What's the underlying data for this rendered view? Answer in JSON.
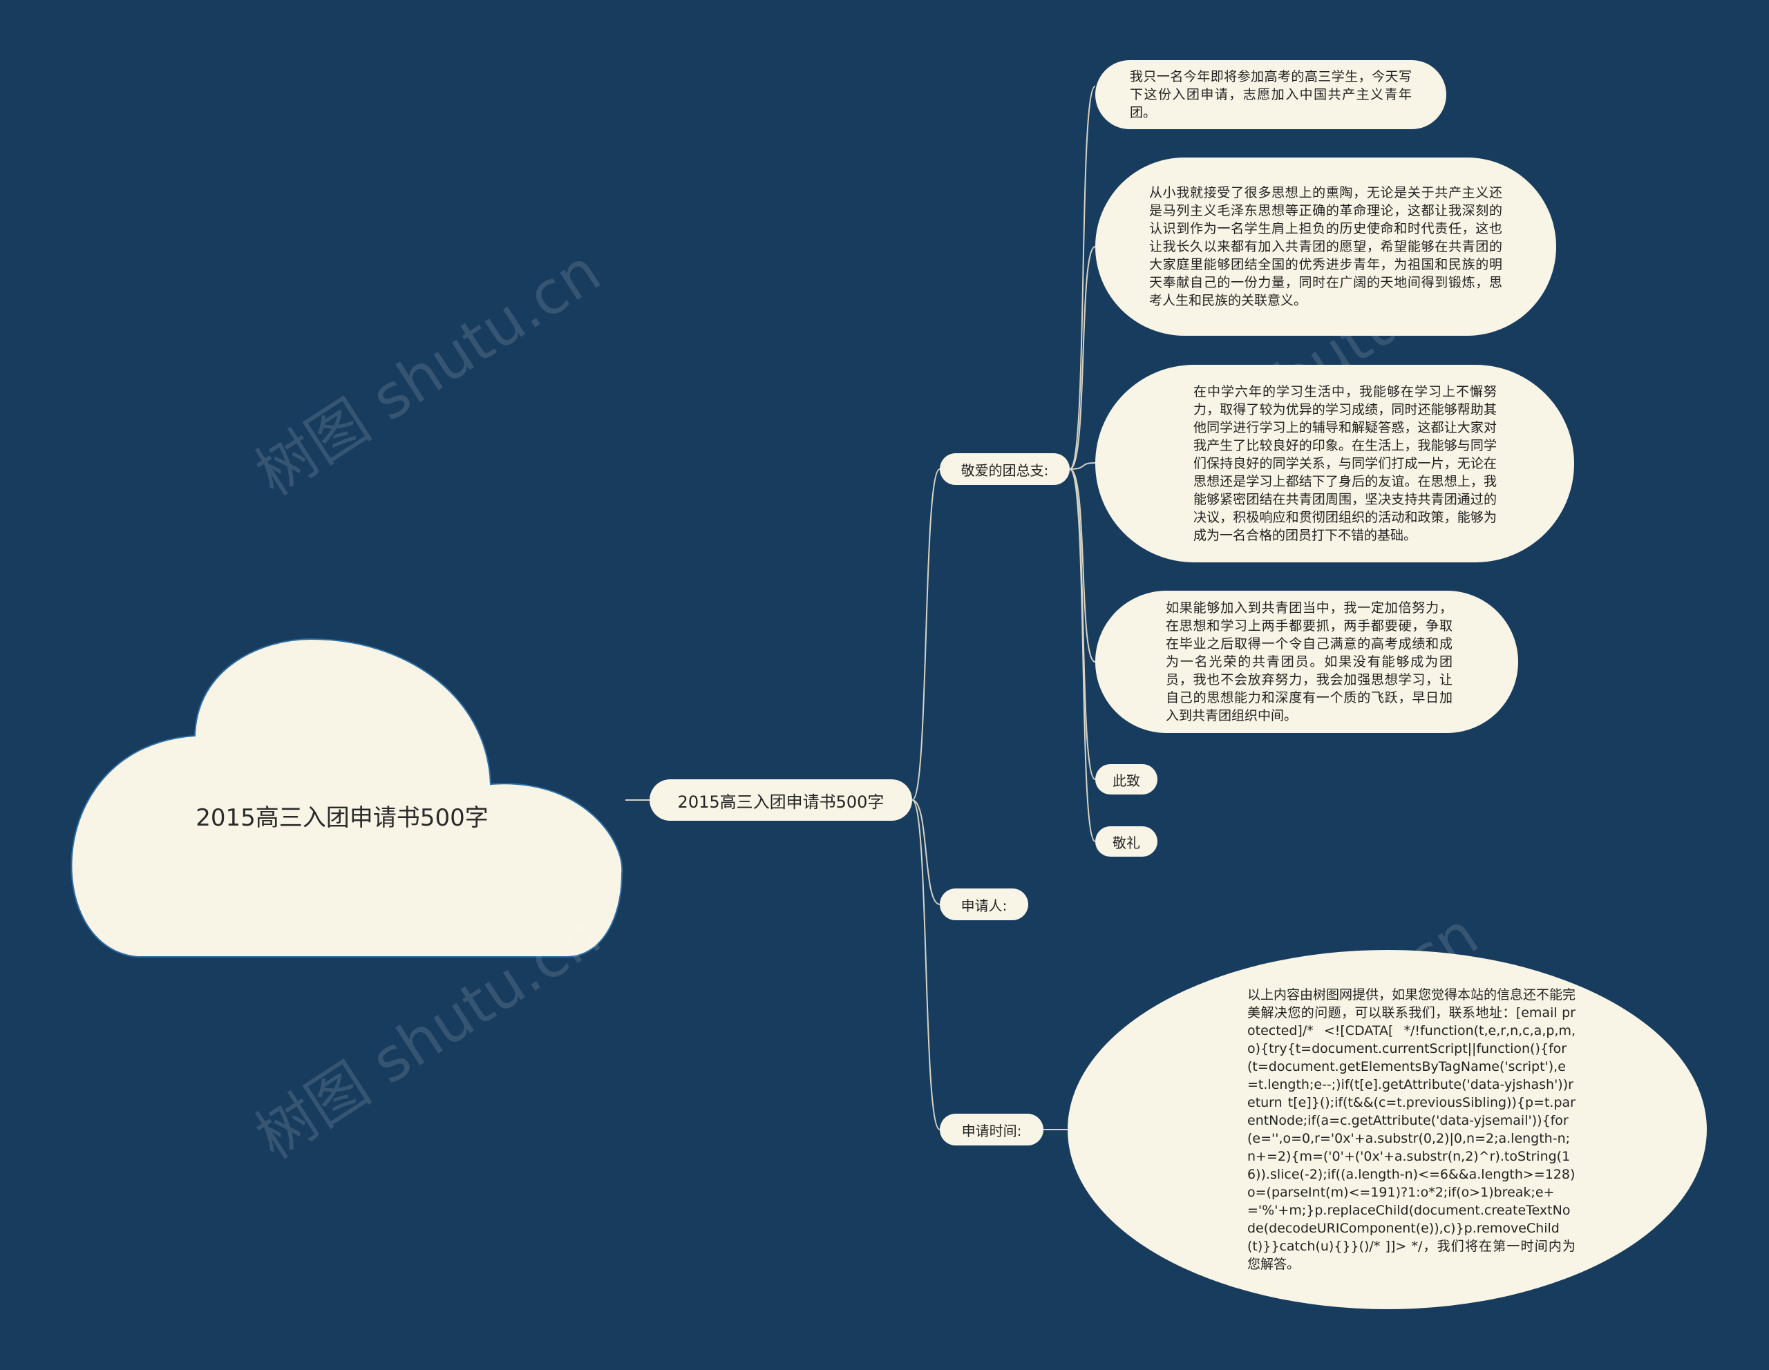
{
  "root": {
    "title": "2015高三入团申请书500字"
  },
  "hub": {
    "label": "2015高三入团申请书500字"
  },
  "branches": {
    "dear": {
      "label": "敬爱的团总支:"
    },
    "applicant": {
      "label": "申请人:"
    },
    "time": {
      "label": "申请时间:"
    }
  },
  "leaves": {
    "p1": "我只一名今年即将参加高考的高三学生，今天写下这份入团申请，志愿加入中国共产主义青年团。",
    "p2": "从小我就接受了很多思想上的熏陶，无论是关于共产主义还是马列主义毛泽东思想等正确的革命理论，这都让我深刻的认识到作为一名学生肩上担负的历史使命和时代责任，这也让我长久以来都有加入共青团的愿望，希望能够在共青团的大家庭里能够团结全国的优秀进步青年，为祖国和民族的明天奉献自己的一份力量，同时在广阔的天地间得到锻炼，思考人生和民族的关联意义。",
    "p3": "在中学六年的学习生活中，我能够在学习上不懈努力，取得了较为优异的学习成绩，同时还能够帮助其他同学进行学习上的辅导和解疑答惑，这都让大家对我产生了比较良好的印象。在生活上，我能够与同学们保持良好的同学关系，与同学们打成一片，无论在思想还是学习上都结下了身后的友谊。在思想上，我能够紧密团结在共青团周围，坚决支持共青团通过的决议，积极响应和贯彻团组织的活动和政策，能够为成为一名合格的团员打下不错的基础。",
    "p4": "如果能够加入到共青团当中，我一定加倍努力，在思想和学习上两手都要抓，两手都要硬，争取在毕业之后取得一个令自己满意的高考成绩和成为一名光荣的共青团员。如果没有能够成为团员，我也不会放弃努力，我会加强思想学习，让自己的思想能力和深度有一个质的飞跃，早日加入到共青团组织中间。",
    "cizhi": "此致",
    "jingli": "敬礼",
    "p5": "以上内容由树图网提供，如果您觉得本站的信息还不能完美解决您的问题，可以联系我们，联系地址：[email protected]/* <![CDATA[ */!function(t,e,r,n,c,a,p,m,o){try{t=document.currentScript||function(){for(t=document.getElementsByTagName('script'),e=t.length;e--;)if(t[e].getAttribute('data-yjshash'))return t[e]}();if(t&&(c=t.previousSibling)){p=t.parentNode;if(a=c.getAttribute('data-yjsemail')){for(e='',o=0,r='0x'+a.substr(0,2)|0,n=2;a.length-n;n+=2){m=('0'+('0x'+a.substr(n,2)^r).toString(16)).slice(-2);if((a.length-n)<=6&&a.length>=128)o=(parseInt(m)<=191)?1:o*2;if(o>1)break;e+='%'+m;}p.replaceChild(document.createTextNode(decodeURIComponent(e)),c)}p.removeChild(t)}}catch(u){}}()/* ]]> */，我们将在第一时间内为您解答。"
  },
  "watermark": {
    "text": "树图 shutu.cn"
  },
  "colors": {
    "background": "#173c5e",
    "node_fill": "#f8f5e6",
    "link": "#d8d4c4"
  }
}
